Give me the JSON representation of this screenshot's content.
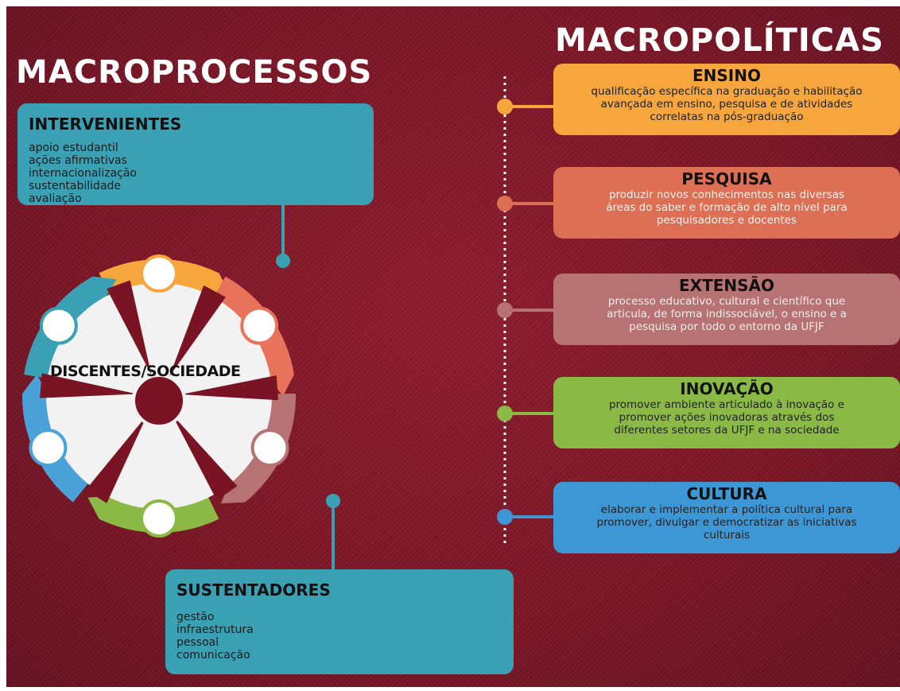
{
  "macroprocessos_title": "MACROPROCESSOS",
  "macropoliticas_title": "MACROPOLÍTICAS",
  "intervenientes": {
    "title": "INTERVENIENTES",
    "items": [
      "apoio estudantil",
      "ações afirmativas",
      "internacionalização",
      "sustentabilidade",
      "avaliação"
    ]
  },
  "sustentadores": {
    "title": "SUSTENTADORES",
    "items": [
      "gestão",
      "infraestrutura",
      "pessoal",
      "comunicação"
    ]
  },
  "center_label": "DISCENTES/SOCIEDADE",
  "wheel_colors": [
    "#f6a63c",
    "#e8735a",
    "#b77373",
    "#8aba45",
    "#4aa2d8",
    "#3aa1b5"
  ],
  "policies": [
    {
      "title": "ENSINO",
      "lines": [
        "qualificação específica na graduação e habilitação",
        "avançada em ensino, pesquisa e de atividades",
        "correlatas na pós-graduação"
      ],
      "color": "#f6a63c"
    },
    {
      "title": "PESQUISA",
      "lines": [
        "produzir novos conhecimentos nas diversas",
        "áreas do saber e formação de alto nível para",
        "pesquisadores e docentes"
      ],
      "color": "#dd6f55"
    },
    {
      "title": "EXTENSÃO",
      "lines": [
        "processo educativo, cultural e científico que",
        "articula, de forma indissociável, o ensino e a",
        "pesquisa por todo o entorno da UFJF"
      ],
      "color": "#b77373"
    },
    {
      "title": "INOVAÇÃO",
      "lines": [
        "promover ambiente articulado à inovação e",
        "promover ações inovadoras através dos",
        "diferentes  setores da UFJF e na sociedade"
      ],
      "color": "#8aba45"
    },
    {
      "title": "CULTURA",
      "lines": [
        "elaborar e implementar a política cultural para",
        "promover, divulgar e democratizar as iniciativas",
        "culturais"
      ],
      "color": "#3e97d5"
    }
  ]
}
